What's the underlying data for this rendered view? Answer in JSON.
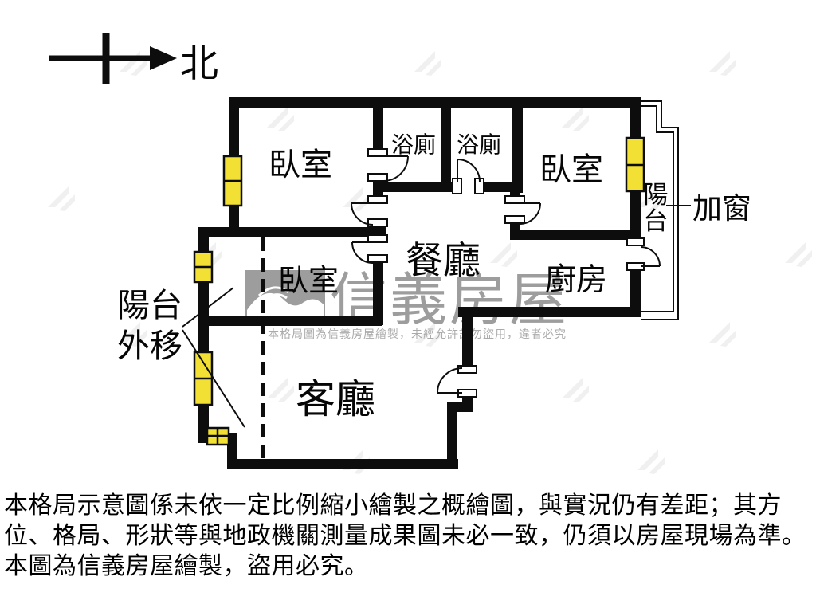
{
  "compass": {
    "label": "北"
  },
  "plan": {
    "labels": {
      "bedroom_top_left": "臥室",
      "bathroom_1": "浴廁",
      "bathroom_2": "浴廁",
      "bedroom_top_right": "臥室",
      "balcony_chars": [
        "陽",
        "台"
      ],
      "window_added": "加窗",
      "dining": "餐廳",
      "kitchen": "廚房",
      "bedroom_middle": "臥室",
      "living": "客廳",
      "balcony_moved": [
        "陽台",
        "外移"
      ]
    }
  },
  "colors": {
    "wall": "#0d0d0d",
    "window_fill": "#f2e034",
    "watermark_gray": "#9d9d9d",
    "watermark_light": "#ababab",
    "faint_mark": "#f0f0f0"
  },
  "watermark": {
    "brand": "信義房屋",
    "notice": "本格局圖為信義房屋繪製，未經允許請勿盜用，違者必究"
  },
  "disclaimer": {
    "lines": [
      "本格局示意圖係未依一定比例縮小繪製之概繪圖，與實況仍有差距；其方",
      "位、格局、形狀等與地政機關測量成果圖未必一致，仍須以房屋現場為準。",
      "本圖為信義房屋繪製，盜用必究。"
    ]
  }
}
